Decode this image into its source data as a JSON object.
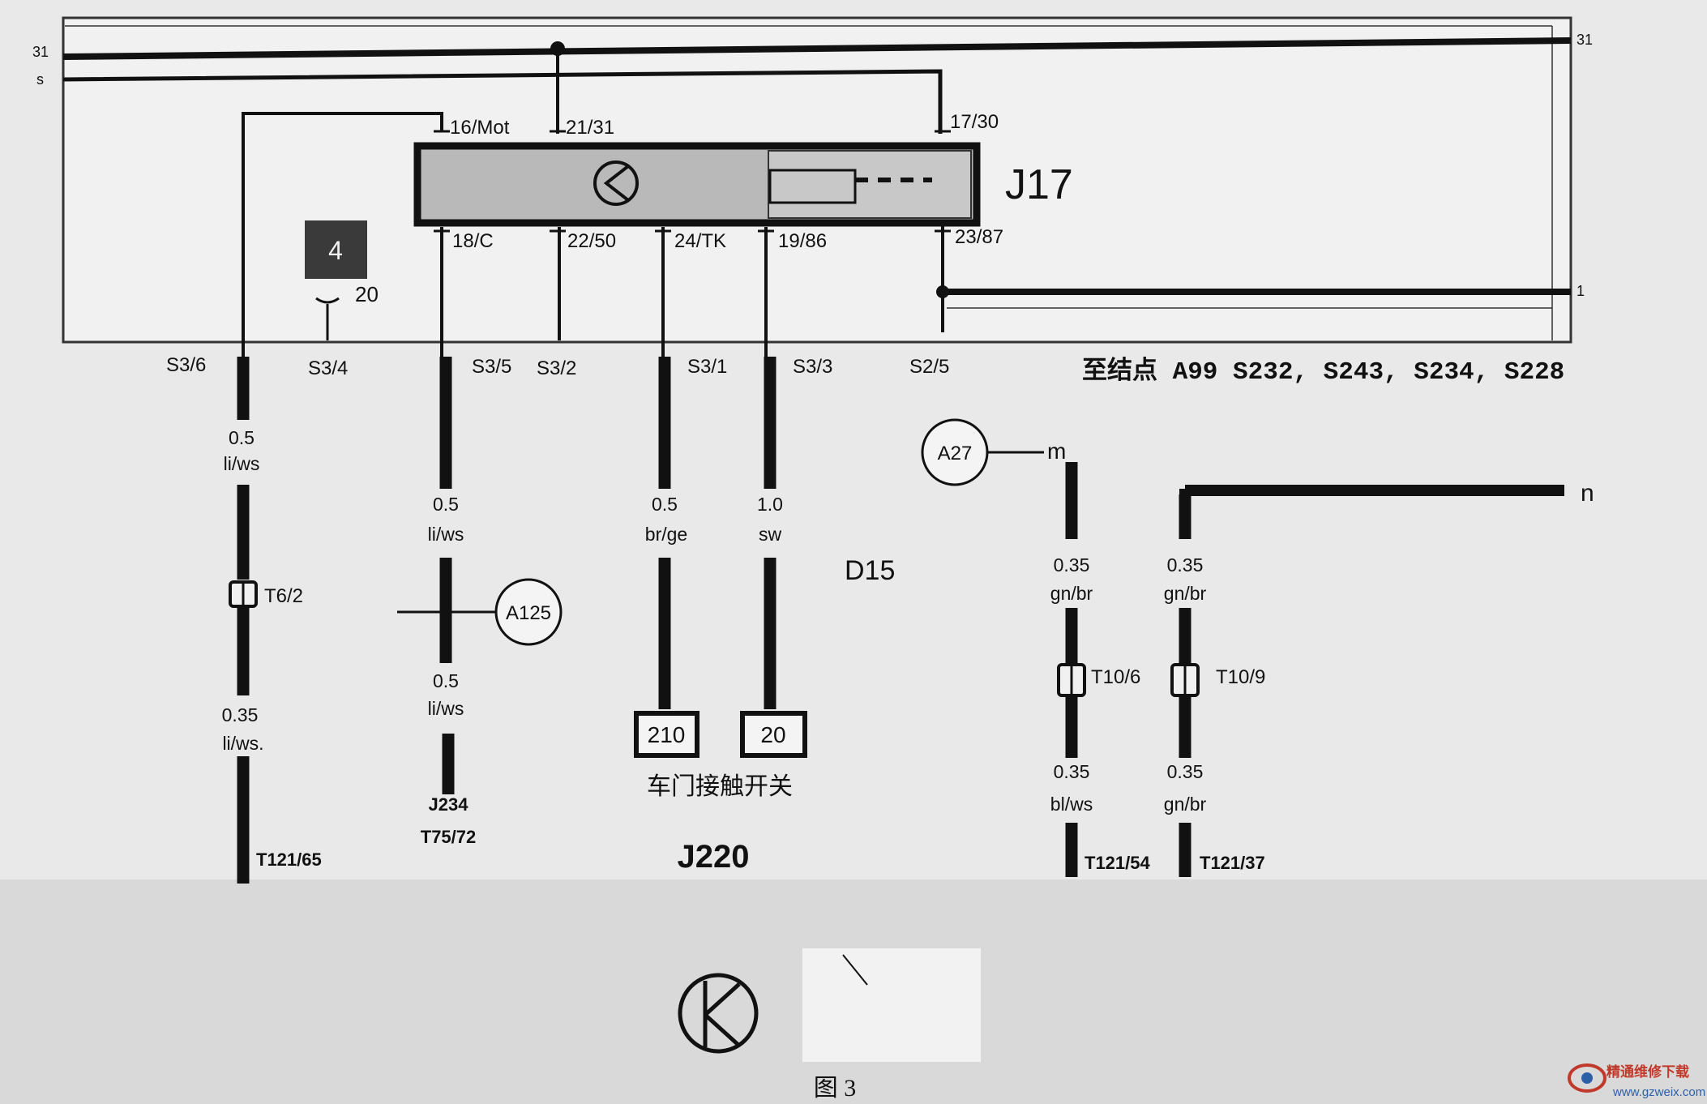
{
  "bus_labels": {
    "left_top": "31",
    "left_s": "s",
    "right_top": "31",
    "right_1": "1"
  },
  "relay": {
    "name": "J17",
    "pins_top": [
      "16/Mot",
      "21/31",
      "17/30"
    ],
    "pins_bottom": [
      "18/C",
      "22/50",
      "24/TK",
      "19/86",
      "23/87"
    ]
  },
  "fuse": {
    "number": "4",
    "pin": "20"
  },
  "sockets": [
    "S3/6",
    "S3/4",
    "S3/5",
    "S3/2",
    "S3/1",
    "S3/3",
    "S2/5"
  ],
  "junction_note": "至结点 A99 S232, S243, S234, S228",
  "wires": {
    "w1a": {
      "size": "0.5",
      "color": "li/ws"
    },
    "w1b": {
      "size": "0.35",
      "color": "li/ws."
    },
    "w2a": {
      "size": "0.5",
      "color": "li/ws"
    },
    "w2b": {
      "size": "0.5",
      "color": "li/ws"
    },
    "w3": {
      "size": "0.5",
      "color": "br/ge"
    },
    "w4": {
      "size": "1.0",
      "color": "sw"
    },
    "w5a": {
      "size": "0.35",
      "color": "gn/br"
    },
    "w5b": {
      "size": "0.35",
      "color": "bl/ws"
    },
    "w6a": {
      "size": "0.35",
      "color": "gn/br"
    },
    "w6b": {
      "size": "0.35",
      "color": "gn/br"
    }
  },
  "connectors": {
    "c1": "T6/2",
    "c5": "T10/6",
    "c6": "T10/9"
  },
  "junctions": {
    "a125": "A125",
    "a27": "A27"
  },
  "line_labels": {
    "m": "m",
    "n": "n"
  },
  "d15": "D15",
  "terminals": {
    "t1": "210",
    "t2": "20"
  },
  "door_switch": "车门接触开关",
  "ends": {
    "e1": "T121/65",
    "e2_line1": "J234",
    "e2_line2": "T75/72",
    "e5": "T121/54",
    "e6": "T121/37"
  },
  "j220": "J220",
  "caption": "图 3",
  "watermark": {
    "brand": "精通维修下载",
    "url": "www.gzweix.com"
  },
  "colors": {
    "ink": "#111111",
    "relay_fill": "#b9b9b9",
    "paper": "#e6e6e6",
    "panel": "#f1f1f1"
  }
}
